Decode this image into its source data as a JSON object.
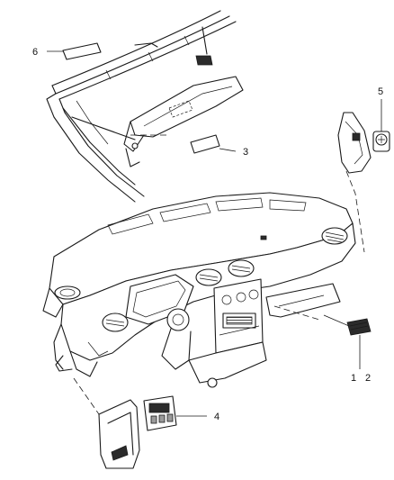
{
  "callouts": {
    "c1": "1",
    "c2": "2",
    "c3": "3",
    "c4": "4",
    "c5": "5",
    "c6": "6"
  },
  "colors": {
    "line": "#1a1a1a",
    "background": "#ffffff",
    "label_fill": "#2b2b2b"
  }
}
